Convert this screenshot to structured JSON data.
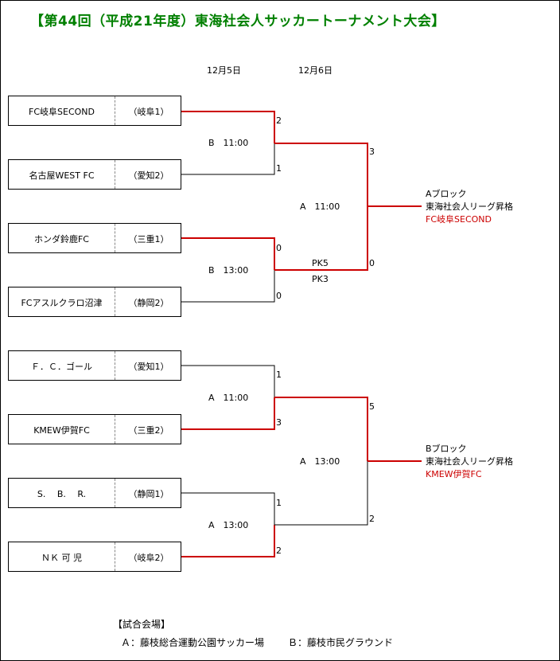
{
  "title": "【第44回（平成21年度）東海社会人サッカートーナメント大会】",
  "dates": {
    "round1": "12月5日",
    "round2": "12月6日"
  },
  "teams": [
    {
      "name": "FC岐阜SECOND",
      "pref": "（岐阜1）"
    },
    {
      "name": "名古屋WEST FC",
      "pref": "（愛知2）"
    },
    {
      "name": "ホンダ鈴鹿FC",
      "pref": "（三重1）"
    },
    {
      "name": "FCアスルクラロ沼津",
      "pref": "（静岡2）"
    },
    {
      "name": "Ｆ．Ｃ．ゴール",
      "pref": "（愛知1）"
    },
    {
      "name": "KMEW伊賀FC",
      "pref": "（三重2）"
    },
    {
      "name": "S.　 B.　 R.",
      "pref": "（静岡1）"
    },
    {
      "name": "ＮＫ 可 児",
      "pref": "（岐阜2）"
    }
  ],
  "round1": [
    {
      "schedule": "B　11:00",
      "score_top": "2",
      "score_bottom": "1"
    },
    {
      "schedule": "B　13:00",
      "score_top": "0",
      "score_bottom": "0",
      "pk_top": "PK5",
      "pk_bottom": "PK3"
    },
    {
      "schedule": "A　11:00",
      "score_top": "1",
      "score_bottom": "3"
    },
    {
      "schedule": "A　13:00",
      "score_top": "1",
      "score_bottom": "2"
    }
  ],
  "round2": [
    {
      "schedule": "A　11:00",
      "score_top": "3",
      "score_bottom": "0"
    },
    {
      "schedule": "A　13:00",
      "score_top": "5",
      "score_bottom": "2"
    }
  ],
  "results": [
    {
      "block": "Aブロック",
      "promotion": "東海社会人リーグ昇格",
      "winner": "FC岐阜SECOND"
    },
    {
      "block": "Bブロック",
      "promotion": "東海社会人リーグ昇格",
      "winner": "KMEW伊賀FC"
    }
  ],
  "venues": {
    "heading": "【試合会場】",
    "a": "Ａ：藤枝総合運動公園サッカー場",
    "b": "Ｂ：藤枝市民グラウンド"
  },
  "colors": {
    "title": "#008000",
    "winner_line": "#cc0000",
    "winner_text": "#cc0000"
  }
}
